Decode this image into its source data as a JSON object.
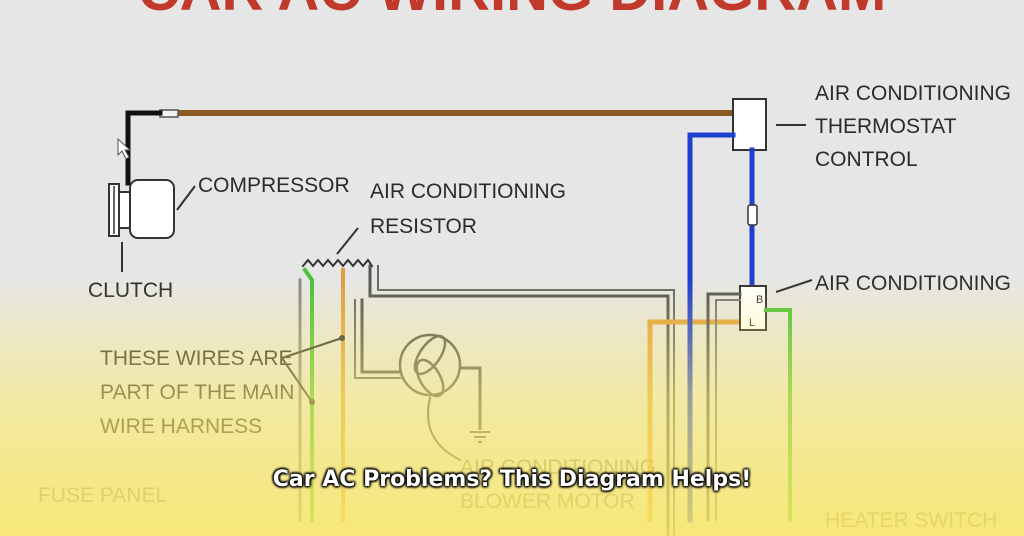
{
  "diagram": {
    "title": "CAR AC WIRING DIAGRAM",
    "labels": {
      "compressor": "COMPRESSOR",
      "clutch": "CLUTCH",
      "resistor_line1": "AIR CONDITIONING",
      "resistor_line2": "RESISTOR",
      "thermostat_line1": "AIR CONDITIONING",
      "thermostat_line2": "THERMOSTAT",
      "thermostat_line3": "CONTROL",
      "relay": "AIR CONDITIONING",
      "harness_line1": "THESE WIRES ARE",
      "harness_line2": "PART OF THE MAIN",
      "harness_line3": "WIRE HARNESS",
      "blower_line1": "AIR CONDITIONING",
      "blower_line2": "BLOWER MOTOR",
      "fuse_panel": "FUSE PANEL",
      "heater_switch": "HEATER SWITCH",
      "terminal_b": "B",
      "terminal_l": "L"
    },
    "colors": {
      "brown_wire": "#8a5a22",
      "blue_wire": "#1f3fd0",
      "green_wire": "#4cc23a",
      "orange_wire": "#e0a040",
      "gray_wire": "#555555",
      "title_red": "#c0392b"
    }
  },
  "caption": "Car AC Problems? This Diagram Helps!"
}
